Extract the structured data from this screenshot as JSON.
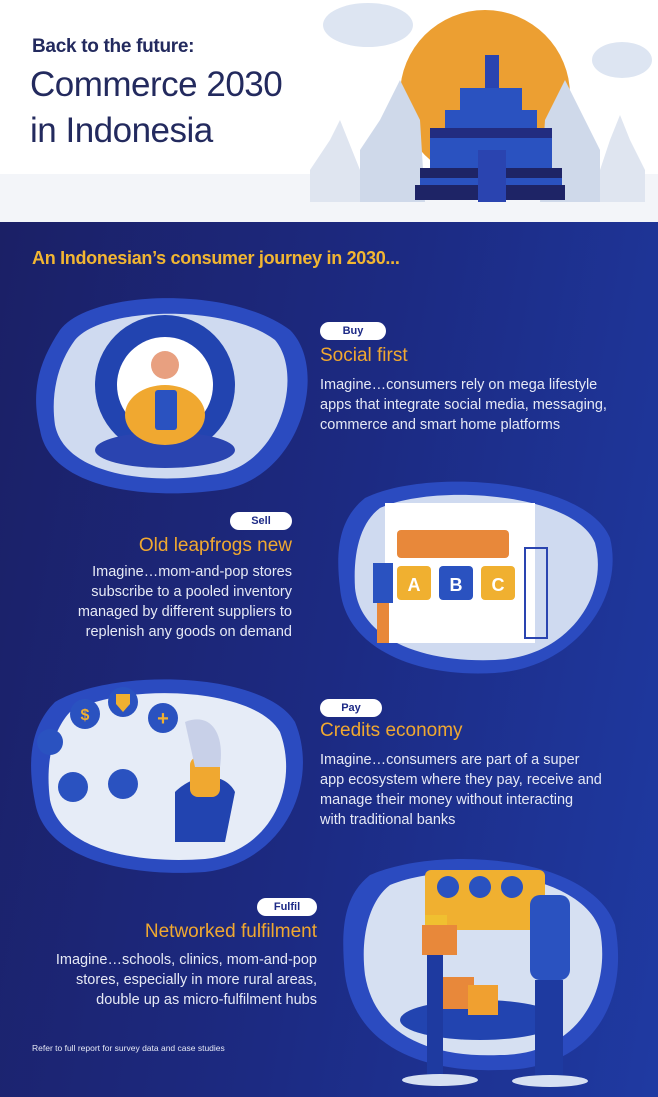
{
  "header": {
    "kicker": "Back to the future:",
    "title_line1": "Commerce 2030",
    "title_line2": "in Indonesia"
  },
  "subtitle": "An Indonesian’s consumer journey in 2030...",
  "sections": [
    {
      "tag": "Buy",
      "title": "Social first",
      "body": [
        "Imagine…consumers rely on mega lifestyle",
        "apps that integrate social media, messaging,",
        "commerce and smart home platforms"
      ]
    },
    {
      "tag": "Sell",
      "title": "Old leapfrogs new",
      "body": [
        "Imagine…mom-and-pop stores",
        "subscribe to a pooled inventory",
        "managed by different suppliers to",
        "replenish any goods on demand"
      ]
    },
    {
      "tag": "Pay",
      "title": "Credits economy",
      "body": [
        "Imagine…consumers are part of a super",
        "app ecosystem where they pay, receive and",
        "manage their money without interacting",
        "with traditional banks"
      ]
    },
    {
      "tag": "Fulfil",
      "title": "Networked fulfilment",
      "body": [
        "Imagine…schools, clinics, mom-and-pop",
        "stores, especially in more rural areas,",
        "double up as micro-fulfilment hubs"
      ]
    }
  ],
  "store_labels": [
    "A",
    "B",
    "C"
  ],
  "pay_icons": [
    "$",
    "+"
  ],
  "footnote": "Refer to full report for survey data and case studies",
  "colors": {
    "navy": "#1b2470",
    "accent": "#f0a830",
    "temple": "#2a44b0",
    "sun": "#ec9f32"
  }
}
